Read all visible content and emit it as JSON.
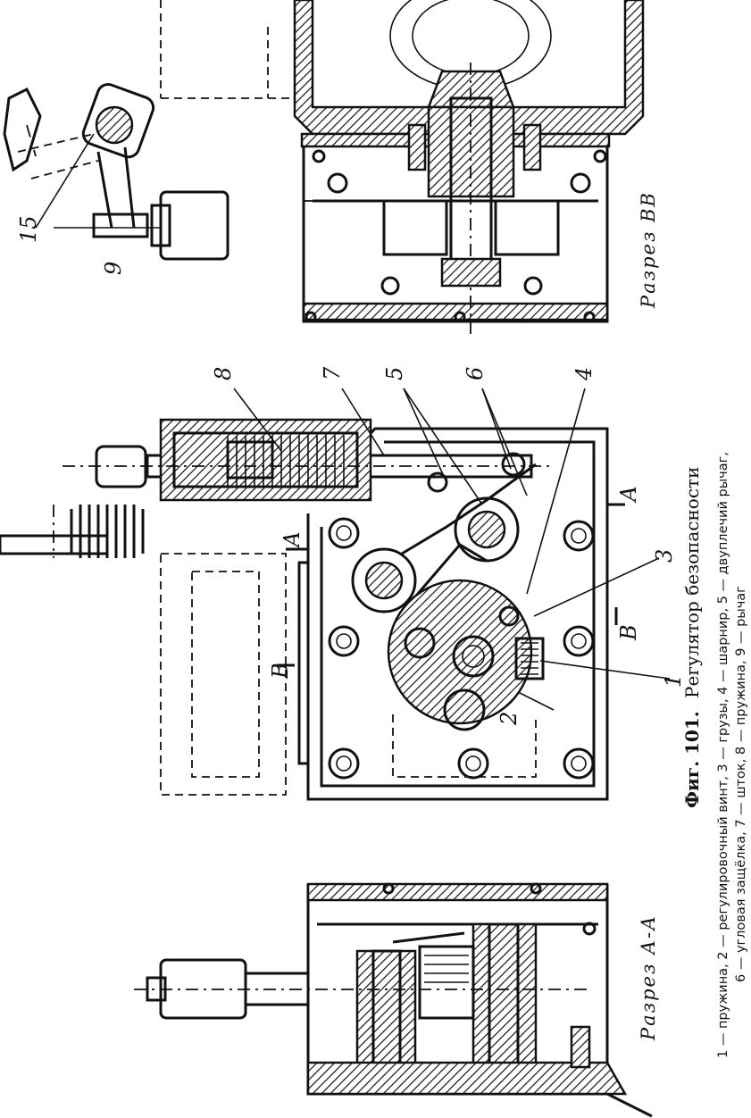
{
  "caption": {
    "figure_number": "Фиг. 101.",
    "title": "Регулятор безопасности",
    "legend_line_1": "1 — пружина, 2 — регулировочный винт, 3 — грузы, 4 — шарнир, 5 — двуплечий рычаг,",
    "legend_line_2": "6 — угловая защёлка, 7 — шток, 8 — пружина, 9 — рычаг"
  },
  "sections": {
    "aa": "Разрез А-А",
    "bb": "Разрез ВВ"
  },
  "callouts": {
    "n1": "1",
    "n2": "2",
    "n3": "3",
    "n4": "4",
    "n5": "5",
    "n6": "6",
    "n7": "7",
    "n8": "8",
    "n9": "9",
    "n15": "15"
  },
  "cut_markers": {
    "a_top": "А",
    "a_bottom": "А",
    "b_left": "В",
    "b_right": "В"
  }
}
